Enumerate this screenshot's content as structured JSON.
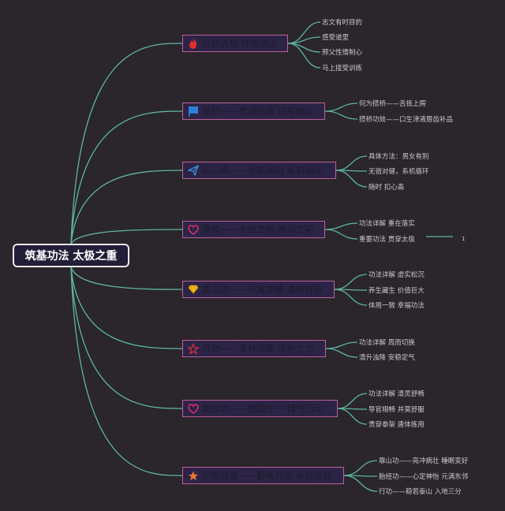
{
  "root": {
    "label": "筑基功法 太极之重"
  },
  "branches": [
    {
      "icon": "fire-icon",
      "label": "名师点拨 传授功法",
      "leaves": [
        "志文有时目的",
        "感受道里",
        "邢父性情制心",
        "马上接受训练"
      ]
    },
    {
      "icon": "flag-icon",
      "label": "搭桥——贯通任脉 河车倒运",
      "leaves": [
        "何为搭桥——舌抵上腭",
        "搭桥功效——口生津液唇齿补品"
      ]
    },
    {
      "icon": "paper-plane-icon",
      "label": "扣心斋——导能调阳 系机循环",
      "leaves": [
        "具体方法：男女有别",
        "无宿对健，系机循环",
        "随时 扣心斋"
      ]
    },
    {
      "icon": "heart-icon",
      "label": "落跨——太极之炮 推动之初",
      "leaves": [
        "功法详解 重在落实",
        "重要功法 贯穿太极"
      ]
    },
    {
      "icon": "diamond-icon",
      "label": "靠山功——补寓添髓 通体舒筋",
      "leaves": [
        "功法详解 虚实松沉",
        "养生藏生 价值巨大",
        "体用一致 幸福功法"
      ]
    },
    {
      "icon": "star-outline-icon",
      "label": "行功——清升浊降 接地之力",
      "leaves": [
        "功法详解 周而切换",
        "清升浊降 安稳定气"
      ]
    },
    {
      "icon": "heart-icon",
      "label": "胎经功——抱圆守一 精气归元",
      "leaves": [
        "功法详解 清灵舒畅",
        "导官相畅 并莫舒服",
        "贵穿拳架 唐体练用"
      ]
    },
    {
      "icon": "star-icon",
      "label": "训练效果——勤练月余 卓有成效",
      "leaves": [
        "靠山功——亮冲病壮 睡眠变好",
        "胎经功——心定神怡 元满东邻",
        "行功——稳若泰山 入地三分"
      ]
    }
  ],
  "stray_mark": "1"
}
